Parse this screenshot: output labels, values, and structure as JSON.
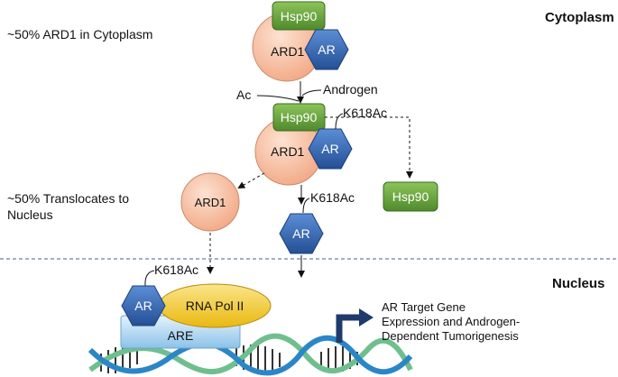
{
  "labels": {
    "cytoplasm": "Cytoplasm",
    "nucleus": "Nucleus",
    "ard1_cyto_line": "~50% ARD1 in Cytoplasm",
    "translocate_line1": "~50% Translocates to",
    "translocate_line2": "Nucleus",
    "ac": "Ac",
    "androgen": "Androgen",
    "k618ac": "K618Ac",
    "target_line1": "AR Target Gene",
    "target_line2": "Expression and Androgen-",
    "target_line3": "Dependent Tumorigenesis"
  },
  "molecules": {
    "hsp90": "Hsp90",
    "ard1": "ARD1",
    "ar": "AR",
    "rna_pol": "RNA Pol II",
    "are": "ARE"
  },
  "colors": {
    "hsp90_fill": "#5f9a3a",
    "ard1_fill": "#f6c1a2",
    "ar_fill": "#2f64b2",
    "rna_pol_fill": "#f2cc2e",
    "are_fill": "#a9d3ef",
    "membrane": "#4a5aa8",
    "dna_blue": "#2b86c8",
    "dna_green": "#6fbf8e"
  }
}
